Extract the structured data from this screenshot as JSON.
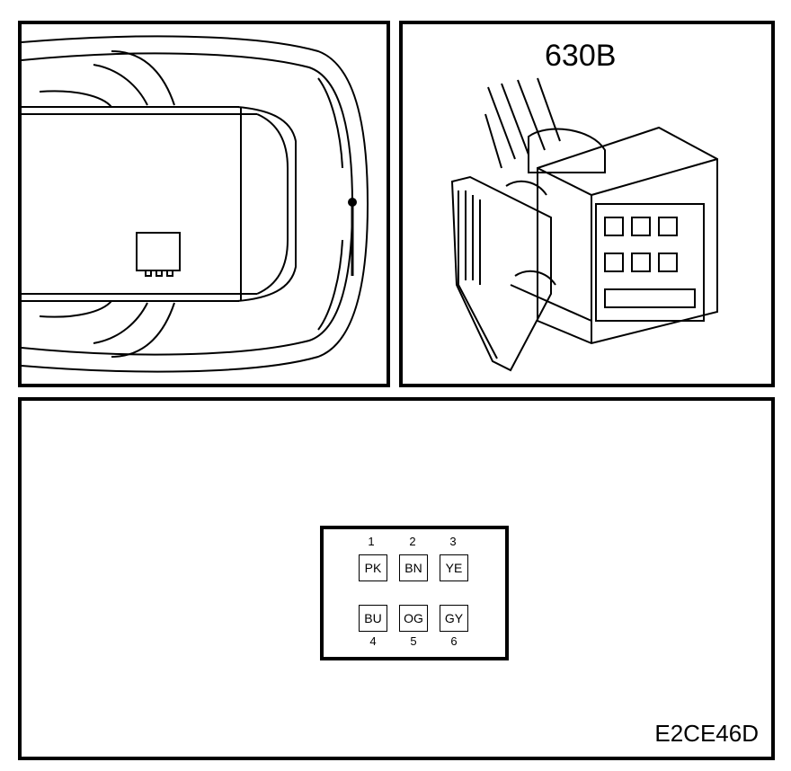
{
  "connector": {
    "id": "630B",
    "figure_code": "E2CE46D",
    "pins_top": [
      {
        "number": "1",
        "color": "PK"
      },
      {
        "number": "2",
        "color": "BN"
      },
      {
        "number": "3",
        "color": "YE"
      }
    ],
    "pins_bottom": [
      {
        "number": "4",
        "color": "BU"
      },
      {
        "number": "5",
        "color": "OG"
      },
      {
        "number": "6",
        "color": "GY"
      }
    ]
  }
}
